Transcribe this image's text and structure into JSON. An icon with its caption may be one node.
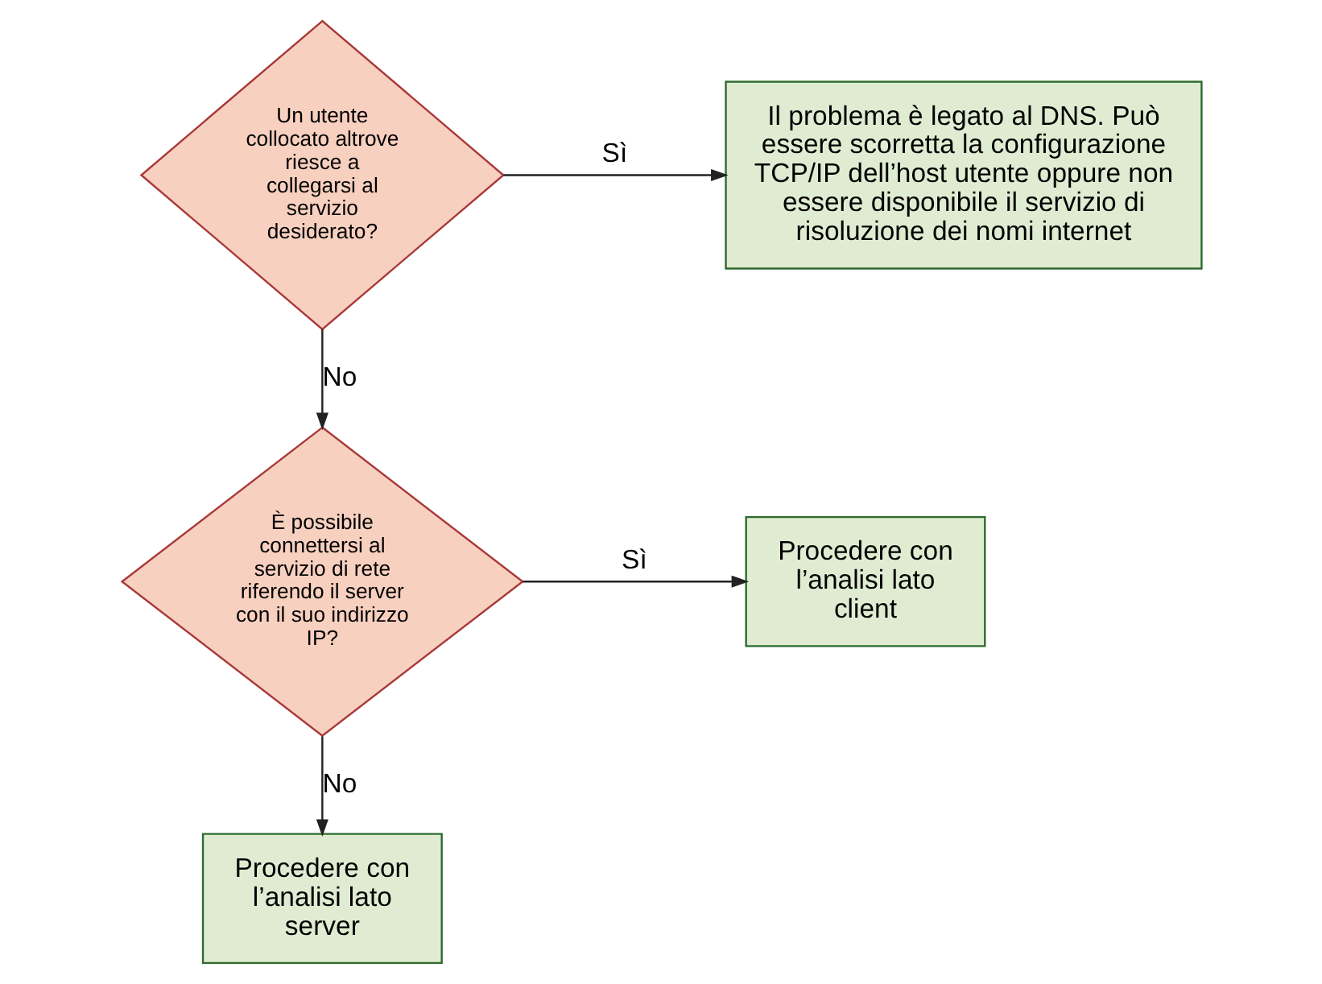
{
  "diagram": {
    "nodes": [
      {
        "text": [
          "Un utente collocato altrove riesce a collegarsi al servizio desiderato?"
        ]
      },
      {
        "text": [
          "Il problema è legato al DNS. Può essere scorretta la configurazione TCP/IP dell’host utente oppure non essere disponibile il servizio di risoluzione dei nomi internet"
        ]
      },
      {
        "text": [
          "È possibile connettersi al servizio di rete riferendo il server con il suo indirizzo IP?"
        ]
      },
      {
        "text": [
          "Procedere con l’analisi lato client"
        ]
      },
      {
        "text": [
          "Procedere con l’analisi lato server"
        ]
      }
    ],
    "edges": [
      {
        "from": 0,
        "to": 1,
        "arrow": "to",
        "label": "Sì"
      },
      {
        "from": 0,
        "to": 2,
        "arrow": "to",
        "label": "No"
      },
      {
        "from": 2,
        "to": 3,
        "arrow": "to",
        "label": "Sì"
      },
      {
        "from": 2,
        "to": 4,
        "arrow": "to",
        "label": "No"
      }
    ]
  }
}
